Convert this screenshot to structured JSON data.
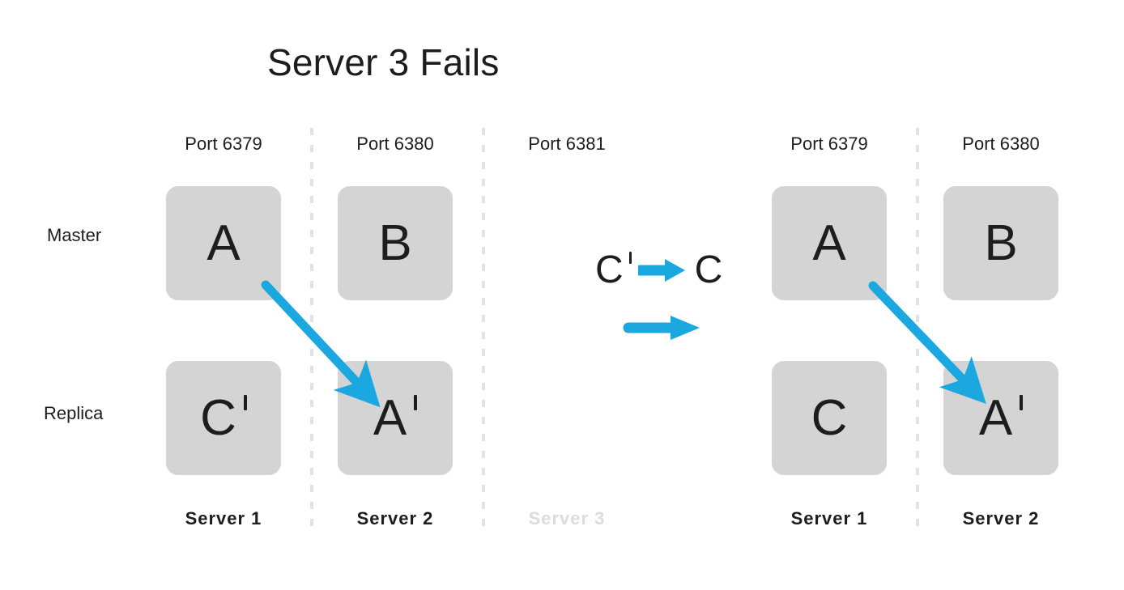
{
  "title": "Server 3 Fails",
  "colors": {
    "arrow": "#1BA7E0",
    "node_fill": "#d4d4d4",
    "text": "#1d1d1d",
    "faded_text": "#dcdcdc",
    "divider": "#e2e2e2",
    "background": "#ffffff"
  },
  "row_labels": {
    "master": "Master",
    "replica": "Replica"
  },
  "before": {
    "columns": [
      {
        "port": "Port 6379",
        "server": "Server 1",
        "failed": false,
        "master": "A",
        "master_primed": false,
        "replica": "C",
        "replica_primed": true
      },
      {
        "port": "Port 6380",
        "server": "Server 2",
        "failed": false,
        "master": "B",
        "master_primed": false,
        "replica": "A",
        "replica_primed": true
      },
      {
        "port": "Port 6381",
        "server": "Server 3",
        "failed": true,
        "master": "",
        "master_primed": false,
        "replica": "",
        "replica_primed": false
      }
    ]
  },
  "after": {
    "columns": [
      {
        "port": "Port 6379",
        "server": "Server 1",
        "failed": false,
        "master": "A",
        "master_primed": false,
        "replica": "C",
        "replica_primed": false
      },
      {
        "port": "Port 6380",
        "server": "Server 2",
        "failed": false,
        "master": "B",
        "master_primed": false,
        "replica": "A",
        "replica_primed": true
      }
    ]
  },
  "annotation": {
    "from": "C",
    "from_primed": true,
    "to": "C",
    "to_primed": false,
    "arrow_icon": "right-arrow-icon"
  },
  "transition_arrow_icon": "right-arrow-icon",
  "replication_arrows": [
    {
      "label": "A replicates to A-prime on Server 2 (before)"
    },
    {
      "label": "A replicates to A-prime on Server 2 (after)"
    }
  ]
}
